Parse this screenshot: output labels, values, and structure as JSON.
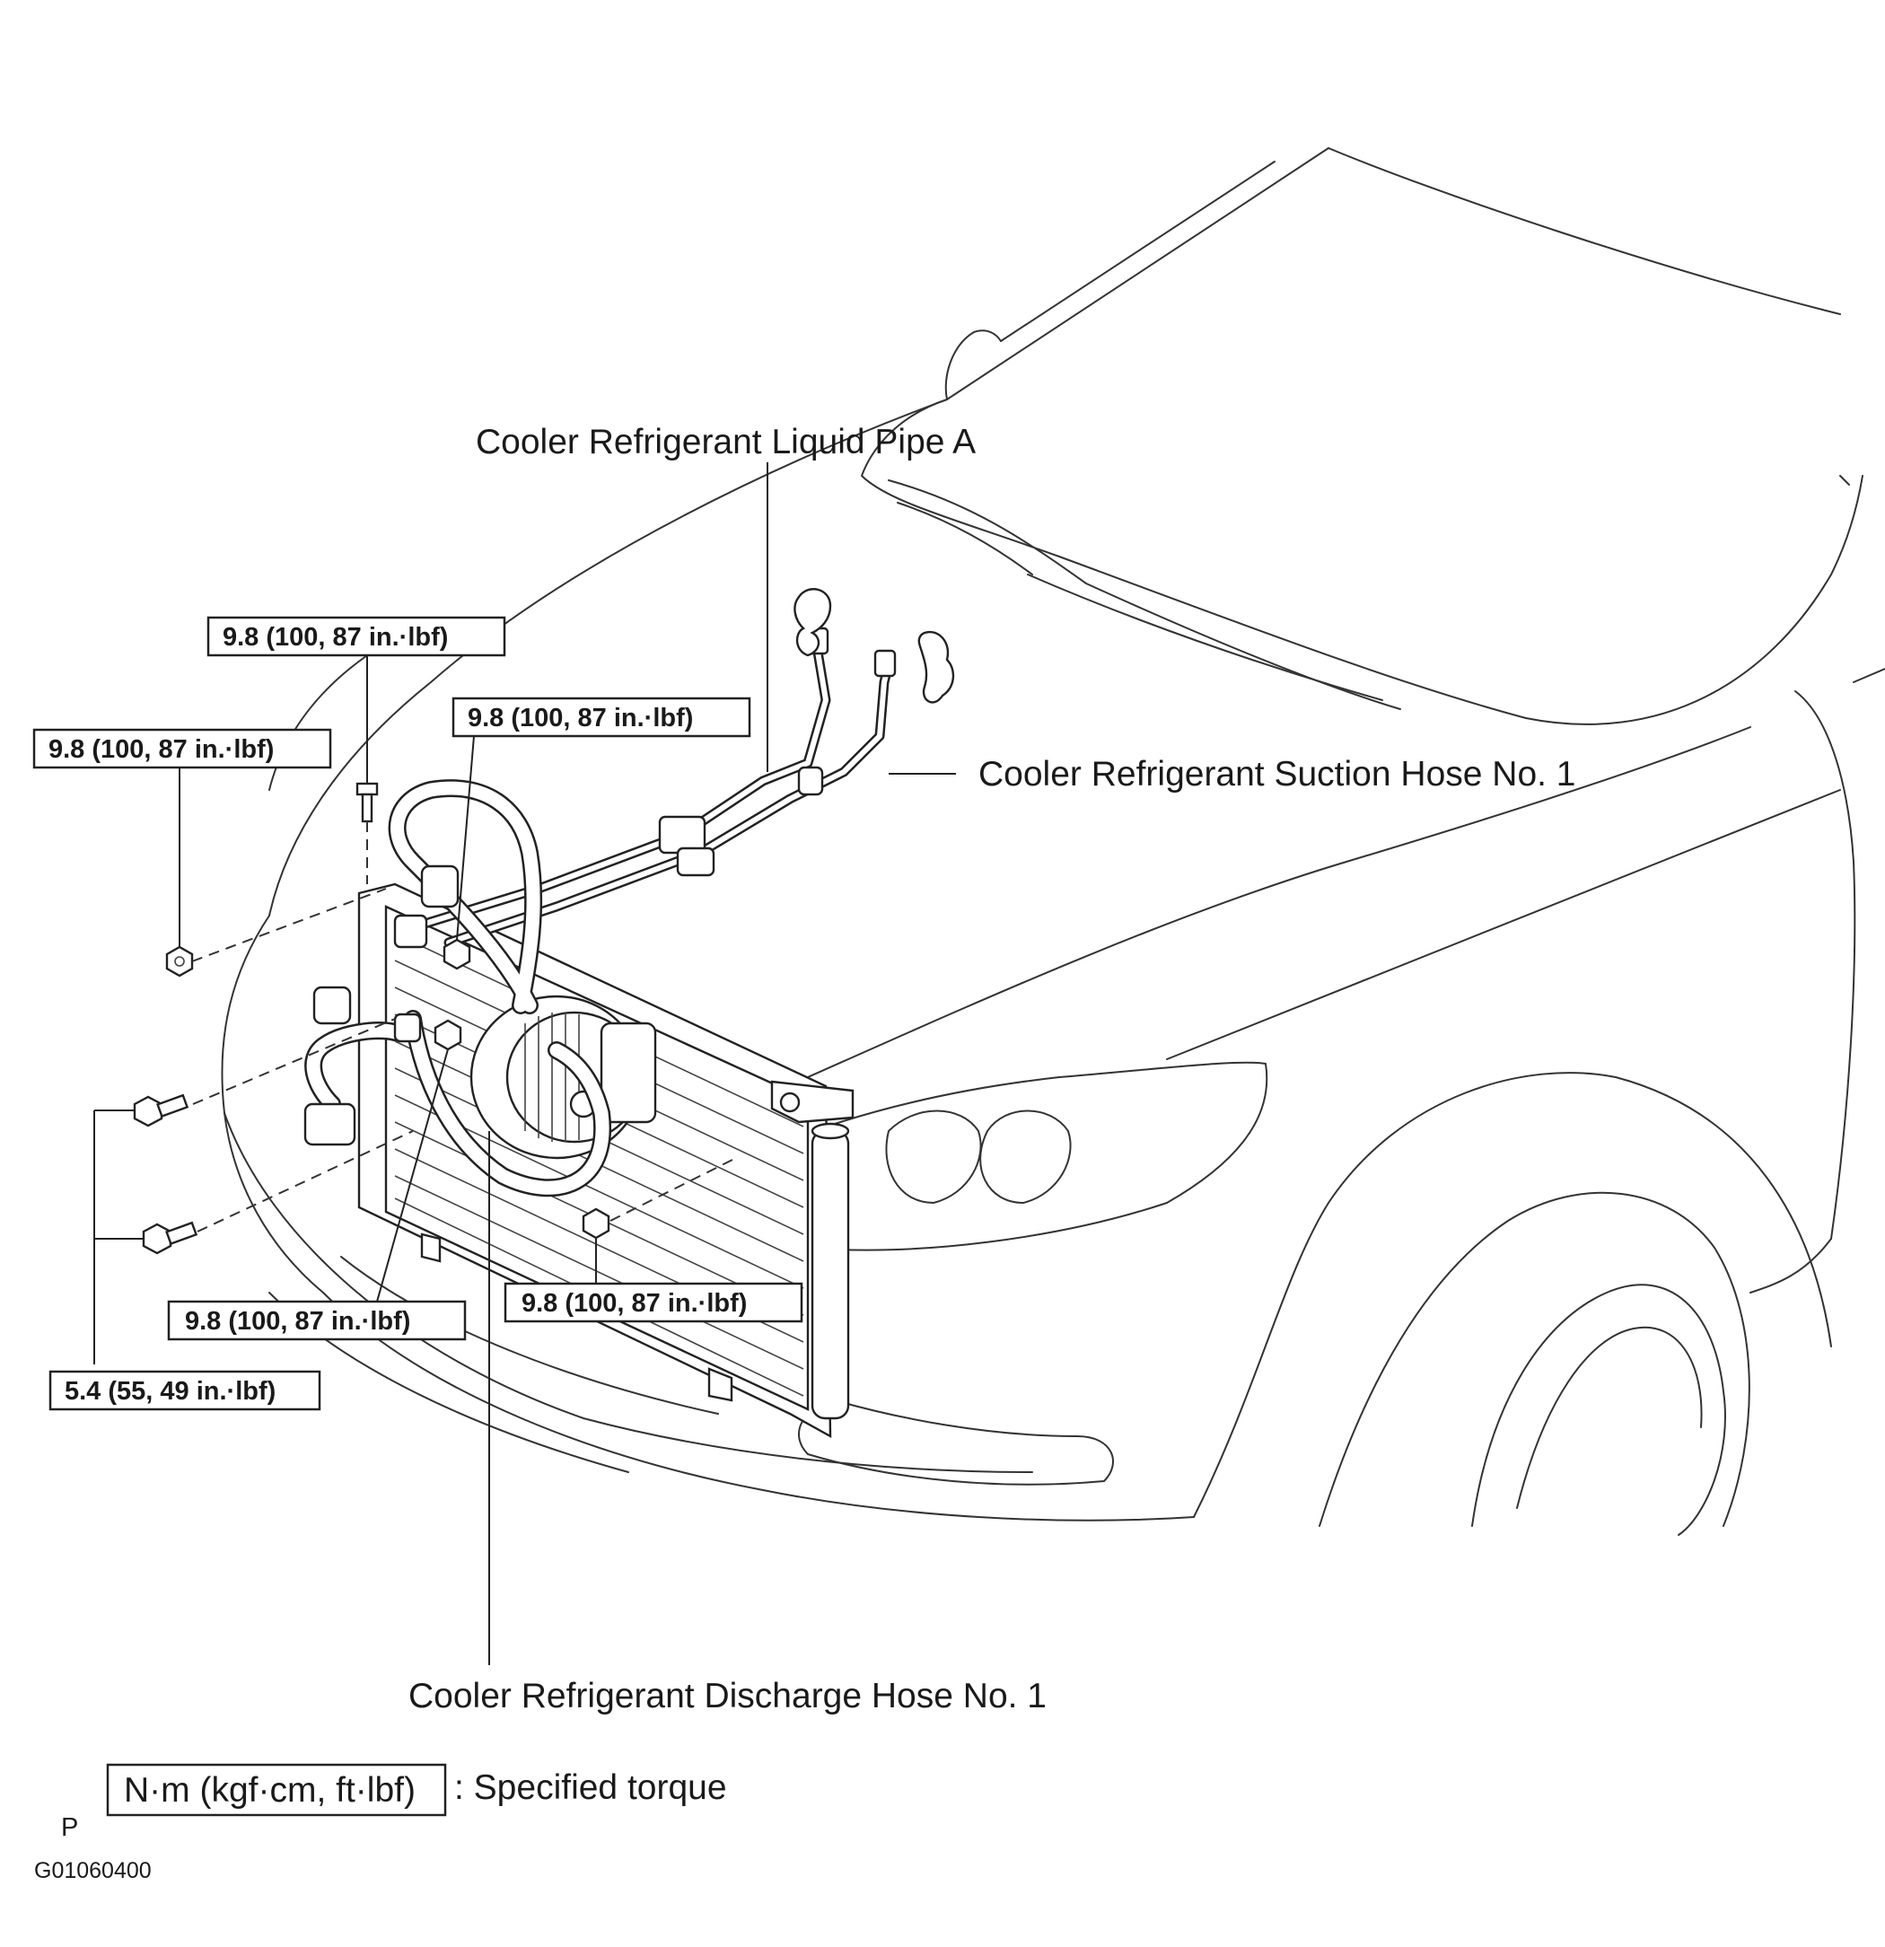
{
  "labels": {
    "liquid_pipe": "Cooler Refrigerant Liquid Pipe A",
    "suction_hose": "Cooler Refrigerant Suction Hose No. 1",
    "discharge_hose": "Cooler Refrigerant Discharge Hose No. 1"
  },
  "torque": {
    "t1": "9.8 (100, 87 in.·lbf)",
    "t2": "9.8 (100, 87 in.·lbf)",
    "t3": "9.8 (100, 87 in.·lbf)",
    "t4": "9.8 (100, 87 in.·lbf)",
    "t5": "9.8 (100, 87 in.·lbf)",
    "t6": "5.4 (55, 49 in.·lbf)"
  },
  "legend": {
    "unit": "N·m (kgf·cm, ft·lbf)",
    "description": ": Specified torque"
  },
  "marker": "P",
  "figure_id": "G01060400"
}
